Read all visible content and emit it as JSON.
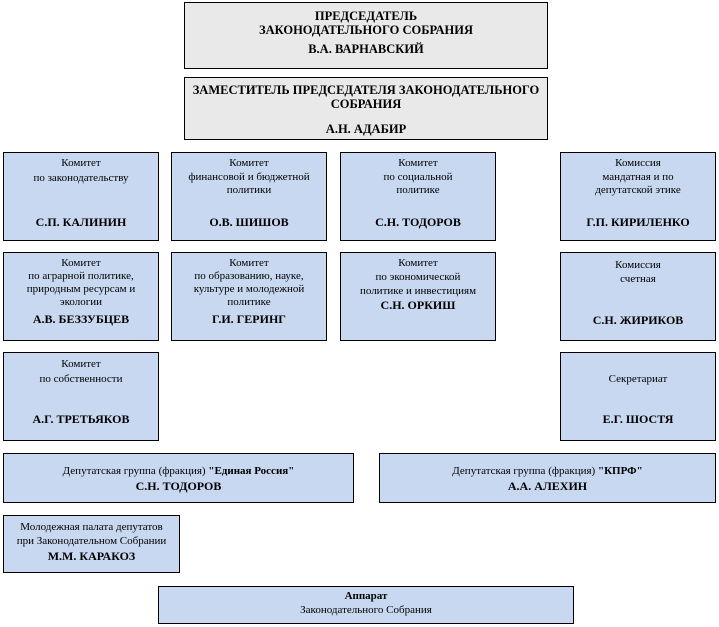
{
  "chairman": {
    "title_line1": "ПРЕДСЕДАТЕЛЬ",
    "title_line2": "ЗАКОНОДАТЕЛЬНОГО СОБРАНИЯ",
    "name": "В.А. ВАРНАВСКИЙ"
  },
  "deputy": {
    "title_line1": "ЗАМЕСТИТЕЛЬ ПРЕДСЕДАТЕЛЯ ЗАКОНОДАТЕЛЬНОГО",
    "title_line2": "СОБРАНИЯ",
    "name": "А.Н. АДАБИР"
  },
  "committees": {
    "legislation": {
      "lines": [
        "Комитет",
        "по законодательству"
      ],
      "name": "С.П. КАЛИНИН"
    },
    "budget": {
      "lines": [
        "Комитет",
        "финансовой и бюджетной",
        "политики"
      ],
      "name": "О.В. ШИШОВ"
    },
    "social": {
      "lines": [
        "Комитет",
        "по социальной",
        "политике"
      ],
      "name": "С.Н. ТОДОРОВ"
    },
    "mandate": {
      "lines": [
        "Комиссия",
        "мандатная и по",
        "депутатской этике"
      ],
      "name": "Г.П. КИРИЛЕНКО"
    },
    "agrarian": {
      "lines": [
        "Комитет",
        "по аграрной политике,",
        "природным ресурсам и",
        "экологии"
      ],
      "name": "А.В. БЕЗЗУБЦЕВ"
    },
    "education": {
      "lines": [
        "Комитет",
        "по образованию, науке,",
        "культуре и молодежной",
        "политике"
      ],
      "name": "Г.И. ГЕРИНГ"
    },
    "economic": {
      "lines": [
        "Комитет",
        "по экономической",
        "политике и  инвестициям"
      ],
      "name": "С.Н. ОРКИШ"
    },
    "audit": {
      "lines": [
        "Комиссия",
        "счетная"
      ],
      "name": "С.Н. ЖИРИКОВ"
    },
    "property": {
      "lines": [
        "Комитет",
        "по собственности"
      ],
      "name": "А.Г. ТРЕТЬЯКОВ"
    },
    "secretariat": {
      "lines": [
        "Секретариат"
      ],
      "name": "Е.Г. ШОСТЯ"
    }
  },
  "factions": {
    "united_russia": {
      "prefix": "Депутатская группа (фракция) ",
      "party": "\"Единая Россия\"",
      "name": "С.Н. ТОДОРОВ"
    },
    "kprf": {
      "prefix": "Депутатская группа (фракция) ",
      "party": "\"КПРФ\"",
      "name": "А.А. АЛЕХИН"
    }
  },
  "youth": {
    "line1": "Молодежная палата депутатов",
    "line2": "при Законодательном Собрании",
    "name": "М.М. КАРАКОЗ"
  },
  "apparat": {
    "title": "Аппарат",
    "subtitle": "Законодательного Собрания"
  },
  "colors": {
    "grey_box": "#e9e9e9",
    "blue_box": "#c7d8f0",
    "border": "#000000"
  }
}
